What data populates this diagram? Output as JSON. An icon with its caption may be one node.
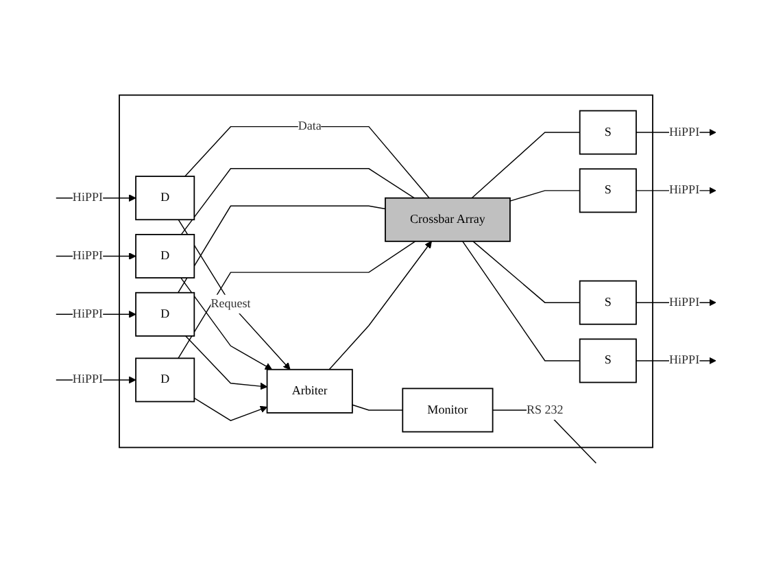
{
  "diagram": {
    "nodes": [
      {
        "text": [],
        "shape": "box"
      },
      {
        "text": [
          "D"
        ],
        "in": 0
      },
      {
        "text": [
          "D"
        ],
        "in": 0
      },
      {
        "text": [
          "D"
        ],
        "in": 0
      },
      {
        "text": [
          "D"
        ],
        "in": 0
      },
      {
        "text": [
          "Crossbar Array"
        ],
        "in": 0
      },
      {
        "text": [
          "Arbiter"
        ],
        "in": 0
      },
      {
        "text": [
          "Monitor"
        ],
        "in": 0
      },
      {
        "text": [
          "S"
        ],
        "in": 0
      },
      {
        "text": [
          "S"
        ],
        "in": 0
      },
      {
        "text": [
          "S"
        ],
        "in": 0
      },
      {
        "text": [
          "S"
        ],
        "in": 0
      }
    ],
    "edges": [
      {
        "from": null,
        "to": 1,
        "arrow": "to",
        "label": "HiPPI"
      },
      {
        "from": null,
        "to": 2,
        "arrow": "to",
        "label": "HiPPI"
      },
      {
        "from": null,
        "to": 3,
        "arrow": "to",
        "label": "HiPPI"
      },
      {
        "from": null,
        "to": 4,
        "arrow": "to",
        "label": "HiPPI"
      },
      {
        "from": 1,
        "to": 5,
        "arrow": "none",
        "label": "Data"
      },
      {
        "from": 2,
        "to": 5,
        "arrow": "none"
      },
      {
        "from": 3,
        "to": 5,
        "arrow": "none"
      },
      {
        "from": 4,
        "to": 5,
        "arrow": "none"
      },
      {
        "from": 5,
        "to": 8,
        "arrow": "none"
      },
      {
        "from": 5,
        "to": 9,
        "arrow": "none"
      },
      {
        "from": 5,
        "to": 10,
        "arrow": "none"
      },
      {
        "from": 5,
        "to": 11,
        "arrow": "none"
      },
      {
        "from": 8,
        "to": null,
        "arrow": "to",
        "label": "HiPPI"
      },
      {
        "from": 9,
        "to": null,
        "arrow": "to",
        "label": "HiPPI"
      },
      {
        "from": 10,
        "to": null,
        "arrow": "to",
        "label": "HiPPI"
      },
      {
        "from": 11,
        "to": null,
        "arrow": "to",
        "label": "HiPPI"
      },
      {
        "from": 1,
        "to": 6,
        "arrow": "to",
        "label": "Request"
      },
      {
        "from": 2,
        "to": 6,
        "arrow": "to"
      },
      {
        "from": 3,
        "to": 6,
        "arrow": "to"
      },
      {
        "from": 4,
        "to": 6,
        "arrow": "to"
      },
      {
        "from": 6,
        "to": 5,
        "arrow": "to"
      },
      {
        "from": 6,
        "to": 7,
        "arrow": "none"
      },
      {
        "from": 7,
        "to": null,
        "arrow": "none",
        "label": "RS 232"
      }
    ]
  }
}
